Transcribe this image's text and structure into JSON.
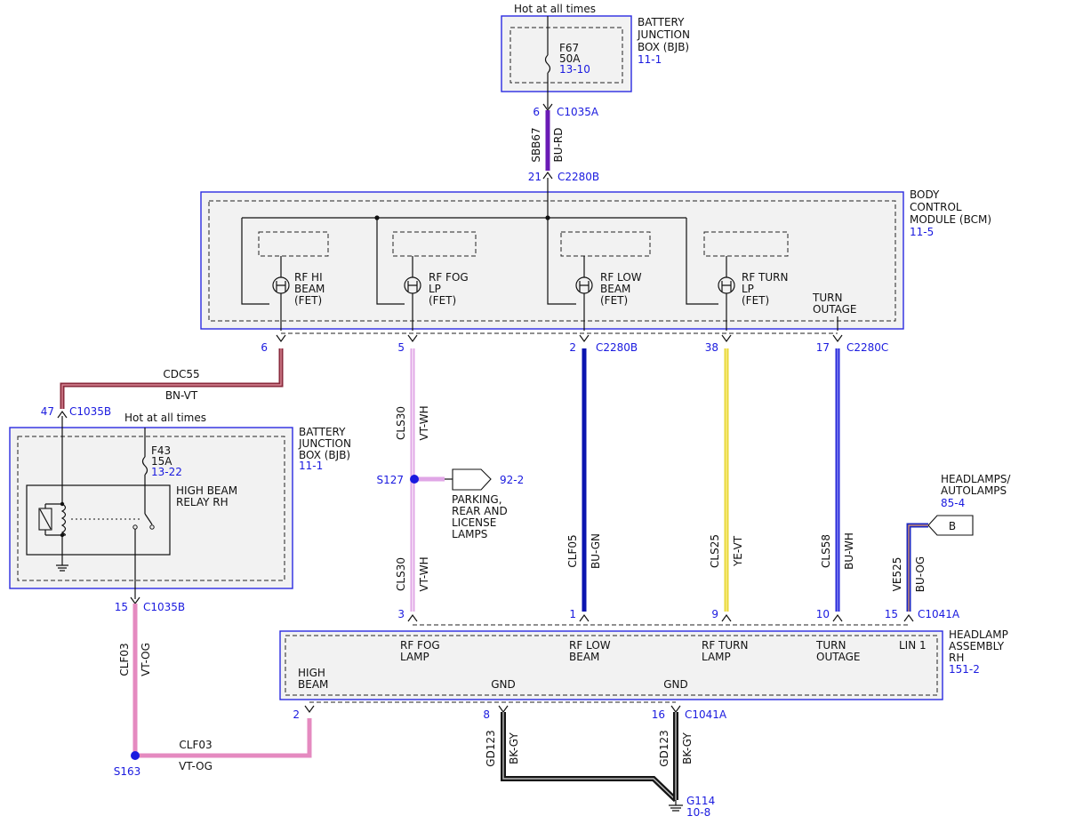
{
  "colors": {
    "blue_text": "#1a1adf",
    "box_border": "#2a2ae0",
    "box_fill": "#f2f2f2",
    "wire_bu_rd": "#6a1bb5",
    "wire_bn_vt": "#8a2a3c",
    "wire_vt_wh": "#e0a6e6",
    "wire_bu_gn": "#0a14b0",
    "wire_ye_vt": "#e8d83a",
    "wire_bu_wh": "#2a2ad8",
    "wire_bu_og": "#1c28c0",
    "wire_vt_og": "#e58ac0",
    "wire_bk_gy": "#151515"
  },
  "bjb_top": {
    "hot_label": "Hot at all times",
    "title_lines": [
      "BATTERY",
      "JUNCTION",
      "BOX (BJB)"
    ],
    "ref": "11-1",
    "fuse_name": "F67",
    "fuse_rating": "50A",
    "fuse_ref": "13-10"
  },
  "feed": {
    "pin_top": "6",
    "conn_top": "C1035A",
    "circuit": "SBB67",
    "color": "BU-RD",
    "pin_bottom": "21",
    "conn_bottom": "C2280B"
  },
  "bcm": {
    "title_lines": [
      "BODY",
      "CONTROL",
      "MODULE (BCM)"
    ],
    "ref": "11-5",
    "fets": [
      {
        "lines": [
          "RF HI",
          "BEAM",
          "(FET)"
        ]
      },
      {
        "lines": [
          "RF FOG",
          "LP",
          "(FET)"
        ]
      },
      {
        "lines": [
          "RF LOW",
          "BEAM",
          "(FET)"
        ]
      },
      {
        "lines": [
          "RF TURN",
          "LP",
          "(FET)"
        ]
      }
    ],
    "outage_lines": [
      "TURN",
      "OUTAGE"
    ]
  },
  "bcm_pins": [
    {
      "pin": "6",
      "conn": ""
    },
    {
      "pin": "5",
      "conn": ""
    },
    {
      "pin": "2",
      "conn": "C2280B"
    },
    {
      "pin": "38",
      "conn": ""
    },
    {
      "pin": "17",
      "conn": "C2280C"
    }
  ],
  "cdc55": {
    "circuit": "CDC55",
    "color": "BN-VT",
    "pin": "47",
    "conn": "C1035B"
  },
  "bjb_left": {
    "hot_label": "Hot at all times",
    "title_lines": [
      "BATTERY",
      "JUNCTION",
      "BOX (BJB)"
    ],
    "ref": "11-1",
    "fuse_name": "F43",
    "fuse_rating": "15A",
    "fuse_ref": "13-22",
    "relay_lines": [
      "HIGH BEAM",
      "RELAY RH"
    ],
    "out_pin": "15",
    "out_conn": "C1035B"
  },
  "clf03": {
    "circuit": "CLF03",
    "color": "VT-OG",
    "splice": "S163"
  },
  "wires": [
    {
      "circuit": "CLS30",
      "color": "VT-WH"
    },
    {
      "circuit": "CLS30",
      "color": "VT-WH"
    },
    {
      "circuit": "CLF05",
      "color": "BU-GN"
    },
    {
      "circuit": "CLS25",
      "color": "YE-VT"
    },
    {
      "circuit": "CLS58",
      "color": "BU-WH"
    },
    {
      "circuit": "VE525",
      "color": "BU-OG"
    }
  ],
  "s127": {
    "splice": "S127",
    "ref": "92-2",
    "dest_lines": [
      "PARKING,",
      "REAR AND",
      "LICENSE",
      "LAMPS"
    ]
  },
  "autolamps": {
    "title_lines": [
      "HEADLAMPS/",
      "AUTOLAMPS"
    ],
    "ref": "85-4",
    "tag": "B"
  },
  "headlamp_pins": [
    {
      "pin": "3",
      "conn": ""
    },
    {
      "pin": "1",
      "conn": ""
    },
    {
      "pin": "9",
      "conn": ""
    },
    {
      "pin": "10",
      "conn": ""
    },
    {
      "pin": "15",
      "conn": "C1041A"
    }
  ],
  "headlamp": {
    "title_lines": [
      "HEADLAMP",
      "ASSEMBLY",
      "RH"
    ],
    "ref": "151-2",
    "labels": [
      {
        "lines": [
          "RF FOG",
          "LAMP"
        ]
      },
      {
        "lines": [
          "RF LOW",
          "BEAM"
        ]
      },
      {
        "lines": [
          "RF TURN",
          "LAMP"
        ]
      },
      {
        "lines": [
          "TURN",
          "OUTAGE"
        ]
      },
      {
        "lines": [
          "LIN 1"
        ]
      }
    ],
    "high_beam_lines": [
      "HIGH",
      "BEAM"
    ],
    "gnd_label": "GND",
    "high_pin": "2",
    "gnd_pin_a": "8",
    "gnd_pin_b": "16",
    "gnd_conn": "C1041A"
  },
  "ground": {
    "circuit": "GD123",
    "color": "BK-GY",
    "name": "G114",
    "ref": "10-8"
  }
}
